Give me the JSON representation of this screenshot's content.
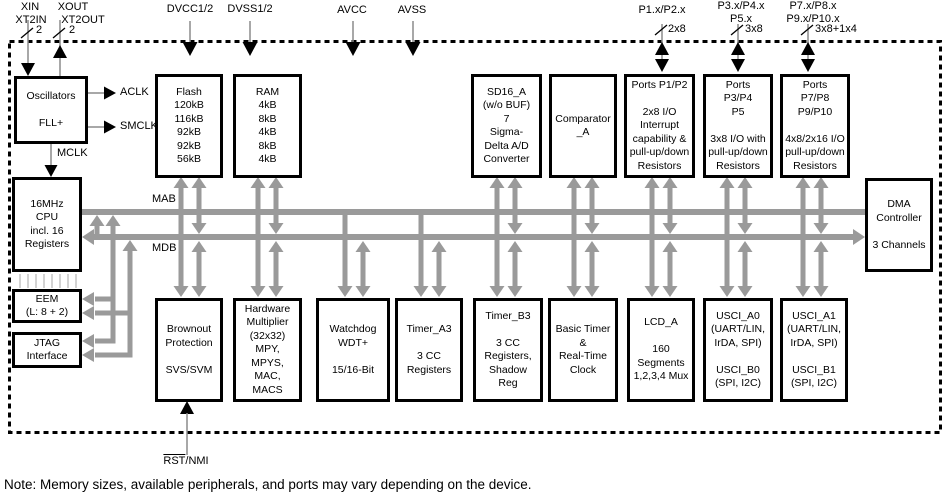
{
  "colors": {
    "bus_gray": "#9a9a9a",
    "stem_gray": "#8a8a8a",
    "ladder_gray": "#c4c4c4",
    "black": "#000000"
  },
  "top_labels": {
    "xin": "XIN",
    "xout": "XOUT",
    "xt2in": "XT2IN",
    "xt2out": "XT2OUT",
    "xin_width": "2",
    "xout_width": "2",
    "dvcc": "DVCC1/2",
    "dvss": "DVSS1/2",
    "avcc": "AVCC",
    "avss": "AVSS",
    "port12_pins": "P1.x/P2.x",
    "port12_width": "2x8",
    "port345_pins_line1": "P3.x/P4.x",
    "port345_pins_line2": "P5.x",
    "port345_width": "3x8",
    "port78_pins_line1": "P7.x/P8.x",
    "port78_pins_line2": "P9.x/P10.x",
    "port78_width": "3x8+1x4"
  },
  "clock_labels": {
    "aclk": "ACLK",
    "smclk": "SMCLK",
    "mclk": "MCLK"
  },
  "bus_labels": {
    "mab": "MAB",
    "mdb": "MDB"
  },
  "reset_label": {
    "rst": "RST",
    "nmi": "/NMI"
  },
  "blocks": {
    "oscillators": "Oscillators\n\nFLL+",
    "cpu": "16MHz\nCPU\nincl. 16\nRegisters",
    "eem": "EEM\n(L: 8 + 2)",
    "jtag": "JTAG\nInterface",
    "flash": "Flash\n120kB\n116kB\n92kB\n92kB\n56kB",
    "ram": "RAM\n4kB\n8kB\n4kB\n8kB\n4kB",
    "sd16": "SD16_A\n(w/o BUF)\n7\nSigma-\nDelta A/D\nConverter",
    "comparator": "Comparator\n_A",
    "ports12": "Ports P1/P2\n\n2x8 I/O\nInterrupt\ncapability &\npull-up/down\nResistors",
    "ports345": "Ports\nP3/P4\nP5\n\n3x8 I/O with\npull-up/down\nResistors",
    "ports78910": "Ports\nP7/P8\nP9/P10\n\n4x8/2x16 I/O\npull-up/down\nResistors",
    "dma": "DMA\nController\n\n3 Channels",
    "brownout": "Brownout\nProtection\n\nSVS/SVM",
    "hwmult": "Hardware\nMultiplier\n(32x32)\nMPY,\nMPYS,\nMAC,\nMACS",
    "watchdog": "Watchdog\nWDT+\n\n15/16-Bit",
    "timer_a3": "Timer_A3\n\n3 CC\nRegisters",
    "timer_b3": "Timer_B3\n\n3 CC\nRegisters,\nShadow\nReg",
    "basic_timer": "Basic Timer\n&\nReal-Time\nClock",
    "lcd_a": "LCD_A\n\n160\nSegments\n1,2,3,4 Mux",
    "usci0": "USCI_A0\n(UART/LIN,\nIrDA, SPI)\n\nUSCI_B0\n(SPI, I2C)",
    "usci1": "USCI_A1\n(UART/LIN,\nIrDA, SPI)\n\nUSCI_B1\n(SPI, I2C)"
  },
  "note": "Note: Memory sizes, available peripherals, and ports may vary depending on the device."
}
